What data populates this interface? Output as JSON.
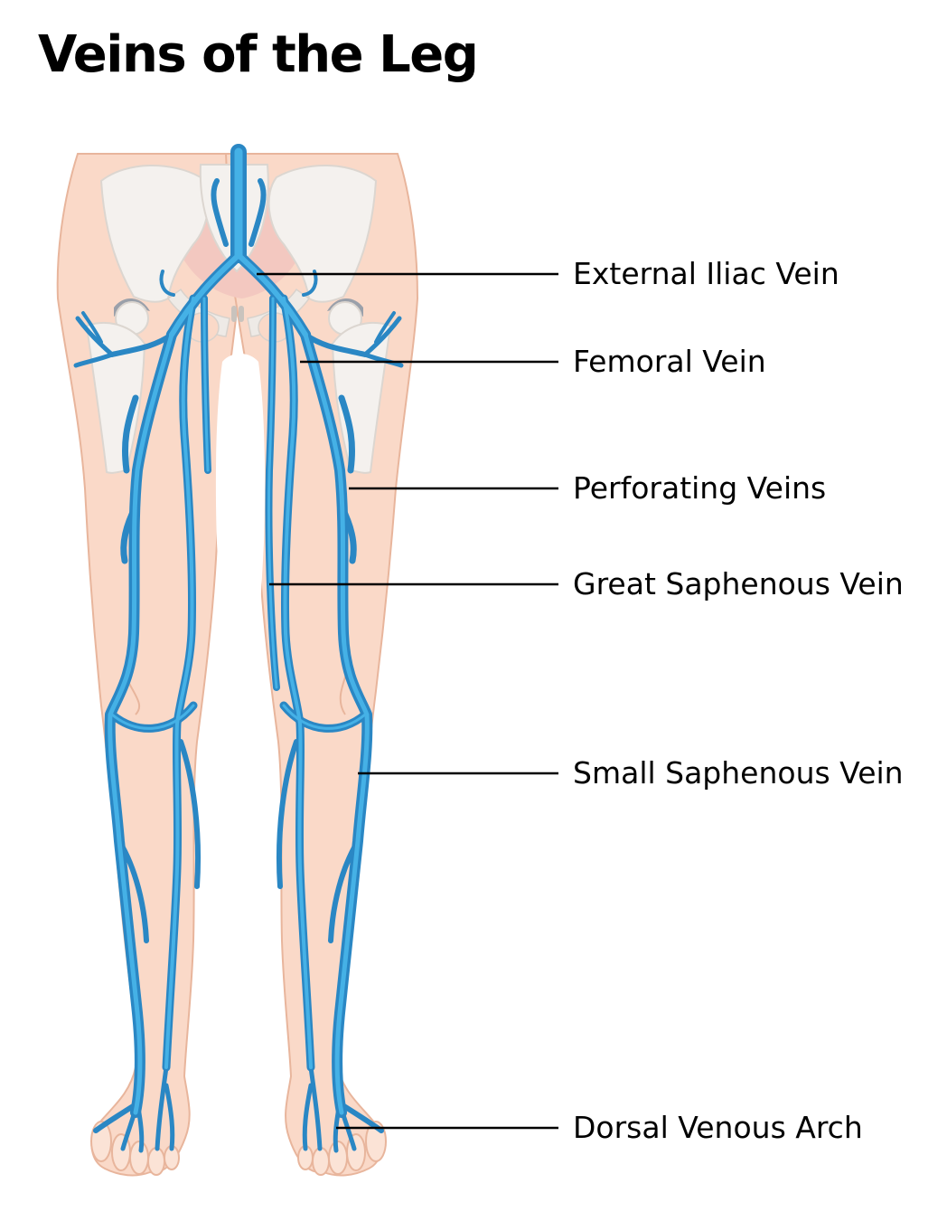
{
  "title": "Veins of the Leg",
  "labels": [
    "External Iliac Vein",
    "Femoral Vein",
    "Perforating Veins",
    "Great Saphenous Vein",
    "Small Saphenous Vein",
    "Dorsal Venous Arch"
  ],
  "colors": {
    "vein": "#2a87c4",
    "vein_highlight": "#45b1e6",
    "skin": "#fad9c8",
    "bone": "#f4f1ee"
  }
}
